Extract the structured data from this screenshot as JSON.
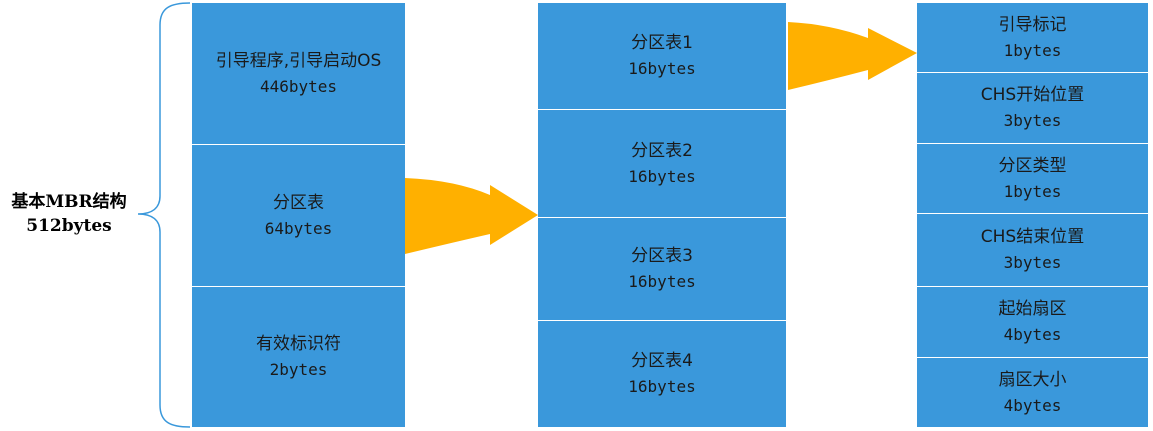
{
  "colors": {
    "block": "#3a98db",
    "divider": "#ffffff",
    "arrow": "#ffb000",
    "brace": "#3a98db"
  },
  "structure": {
    "title": "基本MBR结构",
    "size": "512bytes"
  },
  "mbr": [
    {
      "name": "引导程序,引导启动OS",
      "size": "446bytes"
    },
    {
      "name": "分区表",
      "size": "64bytes"
    },
    {
      "name": "有效标识符",
      "size": "2bytes"
    }
  ],
  "partition_tables": [
    {
      "name": "分区表1",
      "size": "16bytes"
    },
    {
      "name": "分区表2",
      "size": "16bytes"
    },
    {
      "name": "分区表3",
      "size": "16bytes"
    },
    {
      "name": "分区表4",
      "size": "16bytes"
    }
  ],
  "entry_fields": [
    {
      "name": "引导标记",
      "size": "1bytes"
    },
    {
      "name": "CHS开始位置",
      "size": "3bytes"
    },
    {
      "name": "分区类型",
      "size": "1bytes"
    },
    {
      "name": "CHS结束位置",
      "size": "3bytes"
    },
    {
      "name": "起始扇区",
      "size": "4bytes"
    },
    {
      "name": "扇区大小",
      "size": "4bytes"
    }
  ]
}
